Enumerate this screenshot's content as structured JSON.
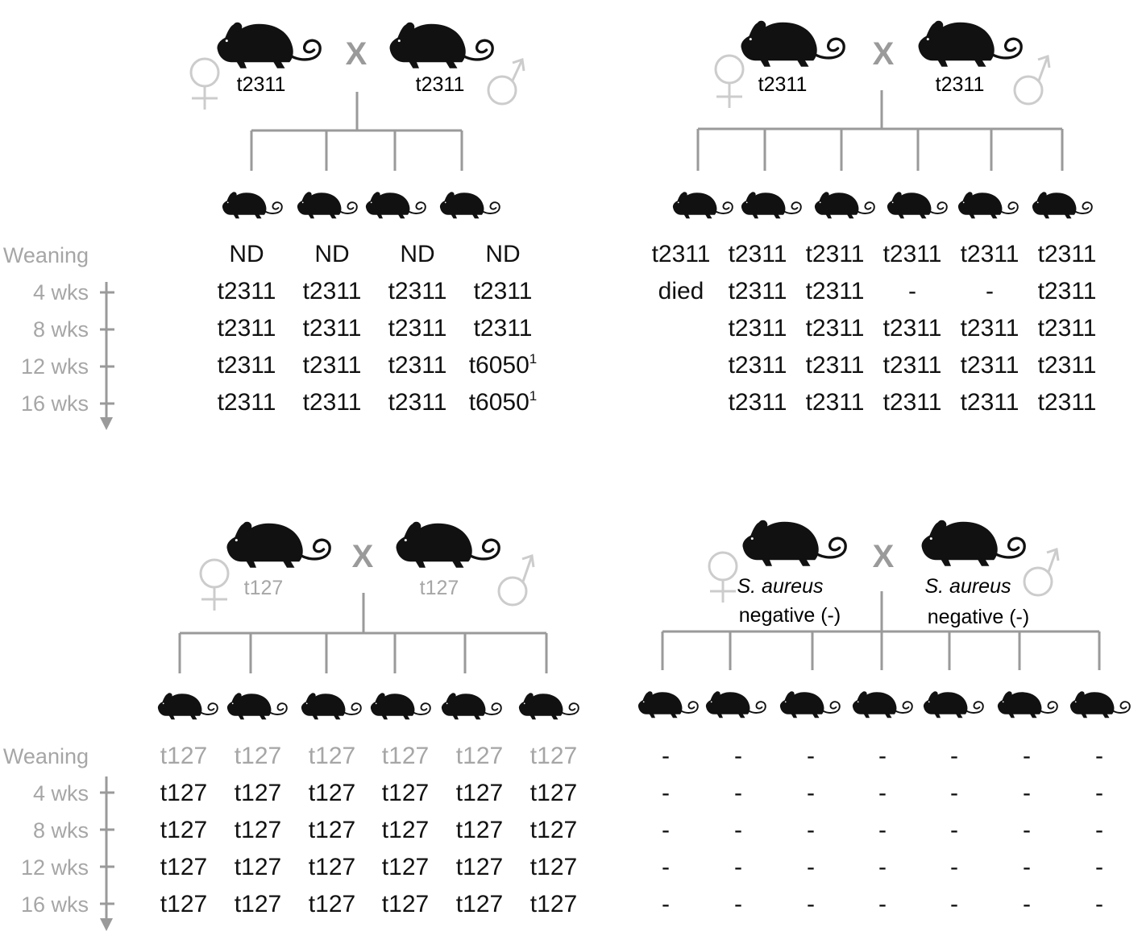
{
  "timeline_labels": [
    "Weaning",
    "4 wks",
    "8 wks",
    "12 wks",
    "16 wks"
  ],
  "cross_symbol": "X",
  "panels": [
    {
      "female_label": "t2311",
      "male_label": "t2311",
      "rows": [
        [
          "ND",
          "ND",
          "ND",
          "ND"
        ],
        [
          "t2311",
          "t2311",
          "t2311",
          "t2311"
        ],
        [
          "t2311",
          "t2311",
          "t2311",
          "t2311"
        ],
        [
          "t2311",
          "t2311",
          "t2311",
          "t6050"
        ],
        [
          "t2311",
          "t2311",
          "t2311",
          "t6050"
        ]
      ],
      "footnote_mark": "1"
    },
    {
      "female_label": "t2311",
      "male_label": "t2311",
      "rows": [
        [
          "t2311",
          "t2311",
          "t2311",
          "t2311",
          "t2311",
          "t2311"
        ],
        [
          "died",
          "t2311",
          "t2311",
          "-",
          "-",
          "t2311"
        ],
        [
          "",
          "t2311",
          "t2311",
          "t2311",
          "t2311",
          "t2311"
        ],
        [
          "",
          "t2311",
          "t2311",
          "t2311",
          "t2311",
          "t2311"
        ],
        [
          "",
          "t2311",
          "t2311",
          "t2311",
          "t2311",
          "t2311"
        ]
      ]
    },
    {
      "female_label": "t127",
      "male_label": "t127",
      "rows": [
        [
          "t127",
          "t127",
          "t127",
          "t127",
          "t127",
          "t127"
        ],
        [
          "t127",
          "t127",
          "t127",
          "t127",
          "t127",
          "t127"
        ],
        [
          "t127",
          "t127",
          "t127",
          "t127",
          "t127",
          "t127"
        ],
        [
          "t127",
          "t127",
          "t127",
          "t127",
          "t127",
          "t127"
        ],
        [
          "t127",
          "t127",
          "t127",
          "t127",
          "t127",
          "t127"
        ]
      ]
    },
    {
      "female_label": [
        "S. aureus",
        "negative (-)"
      ],
      "male_label": [
        "S. aureus",
        "negative (-)"
      ],
      "rows": [
        [
          "-",
          "-",
          "-",
          "-",
          "-",
          "-",
          "-"
        ],
        [
          "-",
          "-",
          "-",
          "-",
          "-",
          "-",
          "-"
        ],
        [
          "-",
          "-",
          "-",
          "-",
          "-",
          "-",
          "-"
        ],
        [
          "-",
          "-",
          "-",
          "-",
          "-",
          "-",
          "-"
        ],
        [
          "-",
          "-",
          "-",
          "-",
          "-",
          "-",
          "-"
        ]
      ]
    }
  ],
  "colors": {
    "ink": "#111111",
    "grey": "#a6a6a6",
    "light": "#cccccc",
    "line": "#9a9a9a"
  },
  "icons": [
    "mouse-silhouette-icon",
    "female-symbol-icon",
    "male-symbol-icon",
    "timeline-arrow-icon"
  ]
}
